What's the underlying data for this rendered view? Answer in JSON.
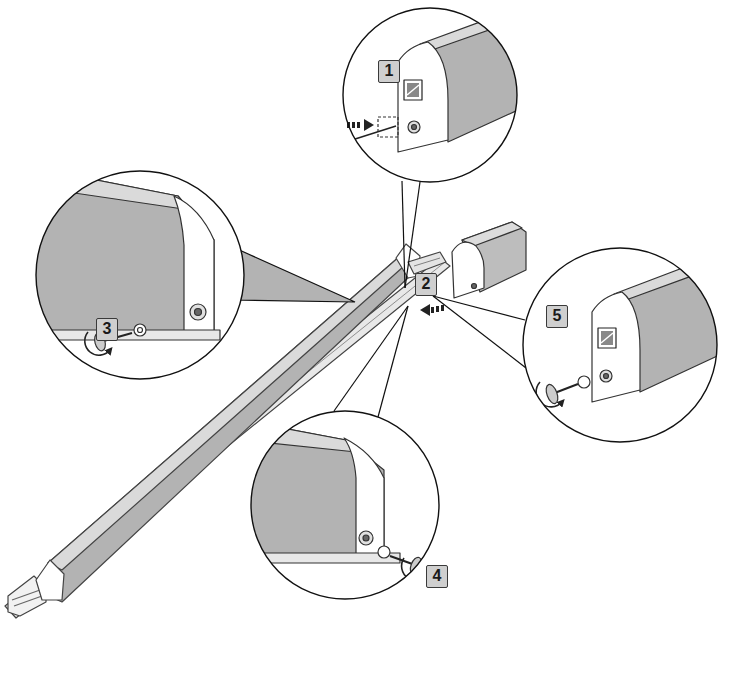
{
  "diagram": {
    "labels": [
      "1",
      "2",
      "3",
      "5",
      "4"
    ]
  }
}
